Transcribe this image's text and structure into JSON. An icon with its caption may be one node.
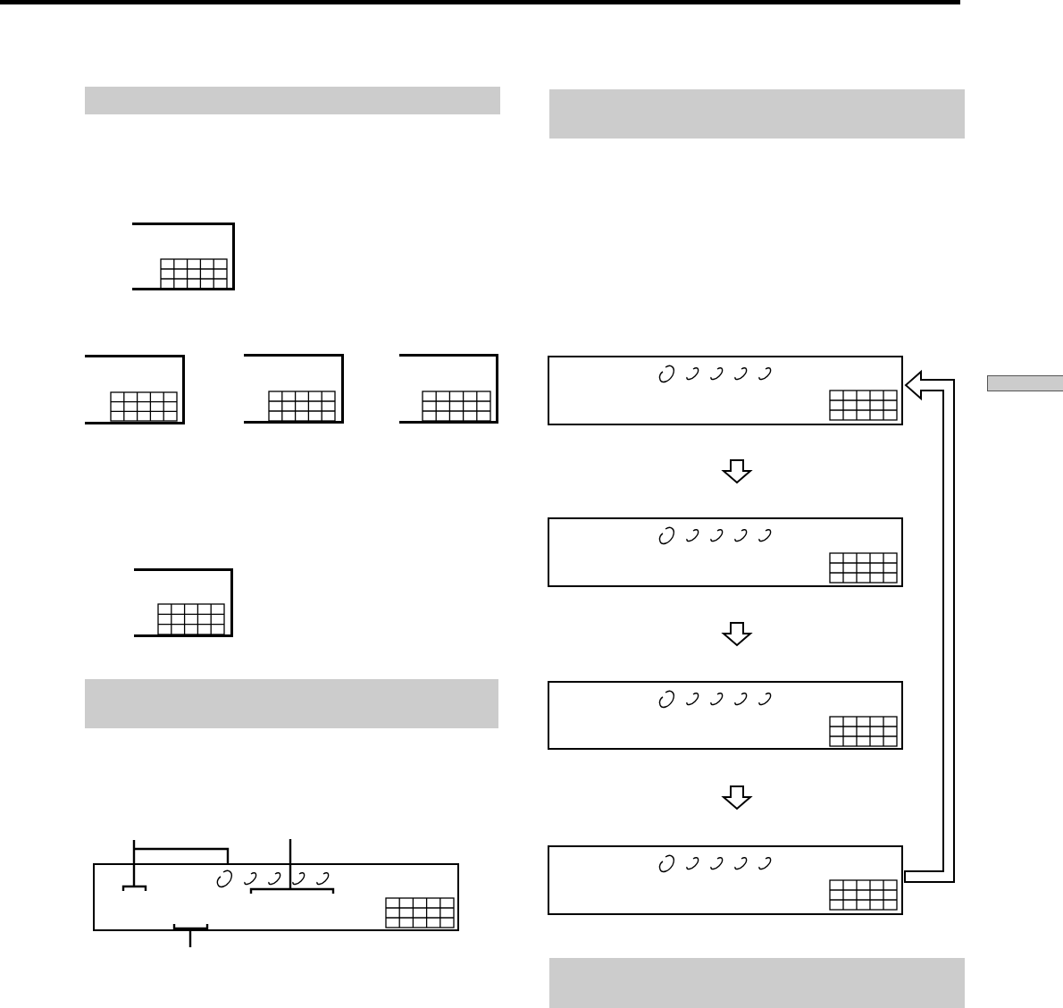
{
  "diagram": {
    "nodes": [
      {
        "text": [],
        "shape": "bar"
      },
      {
        "text": [],
        "shape": "box"
      },
      {
        "text": [],
        "shape": "box"
      },
      {
        "text": [],
        "shape": "box"
      },
      {
        "text": [],
        "shape": "box"
      },
      {
        "text": [],
        "shape": "box"
      },
      {
        "text": [],
        "shape": "bar"
      },
      {
        "text": [],
        "shape": "box"
      },
      {
        "text": [],
        "shape": "bar"
      },
      {
        "text": [],
        "shape": "box"
      },
      {
        "text": [],
        "shape": "box"
      },
      {
        "text": [],
        "shape": "box"
      },
      {
        "text": [],
        "shape": "box"
      },
      {
        "text": [],
        "shape": "bar"
      },
      {
        "text": [],
        "shape": "bar"
      }
    ],
    "edges": [
      {
        "from": 9,
        "to": 10,
        "arrow": "to"
      },
      {
        "from": 10,
        "to": 11,
        "arrow": "to"
      },
      {
        "from": 11,
        "to": 12,
        "arrow": "to"
      },
      {
        "from": 12,
        "to": 9,
        "arrow": "to"
      },
      {
        "from": 7,
        "to": null,
        "arrow": "none"
      },
      {
        "from": 7,
        "to": null,
        "arrow": "none"
      },
      {
        "from": 7,
        "to": null,
        "arrow": "none"
      }
    ]
  }
}
